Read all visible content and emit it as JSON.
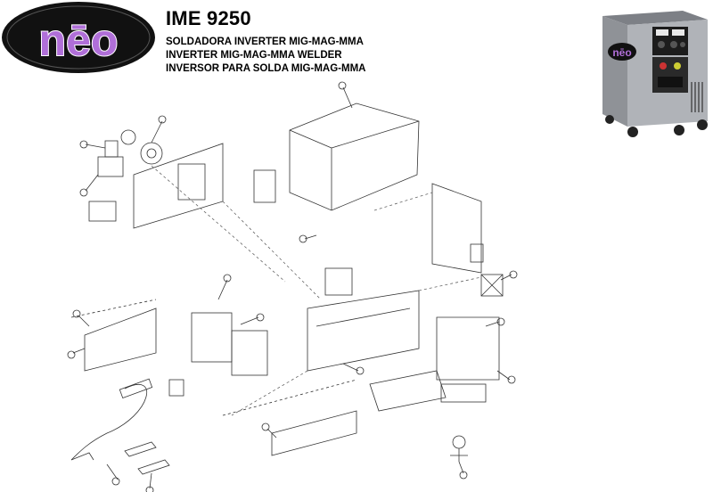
{
  "brand": {
    "logo_text": "nēo"
  },
  "header": {
    "model": "IME 9250",
    "lines": [
      "SOLDADORA INVERTER MIG-MAG-MMA",
      "INVERTER MIG-MAG-MMA WELDER",
      "INVERSOR PARA SOLDA MIG-MAG-MMA"
    ]
  },
  "colors": {
    "logo_bg": "#1a1a1a",
    "logo_text": "#9b59c8",
    "machine_body": "#a8abb0",
    "line_art": "#333333"
  },
  "product_photo": {
    "icon": "welder-machine-photo",
    "panel_logo_text": "nēo"
  },
  "diagram": {
    "type": "exploded-parts-view"
  }
}
